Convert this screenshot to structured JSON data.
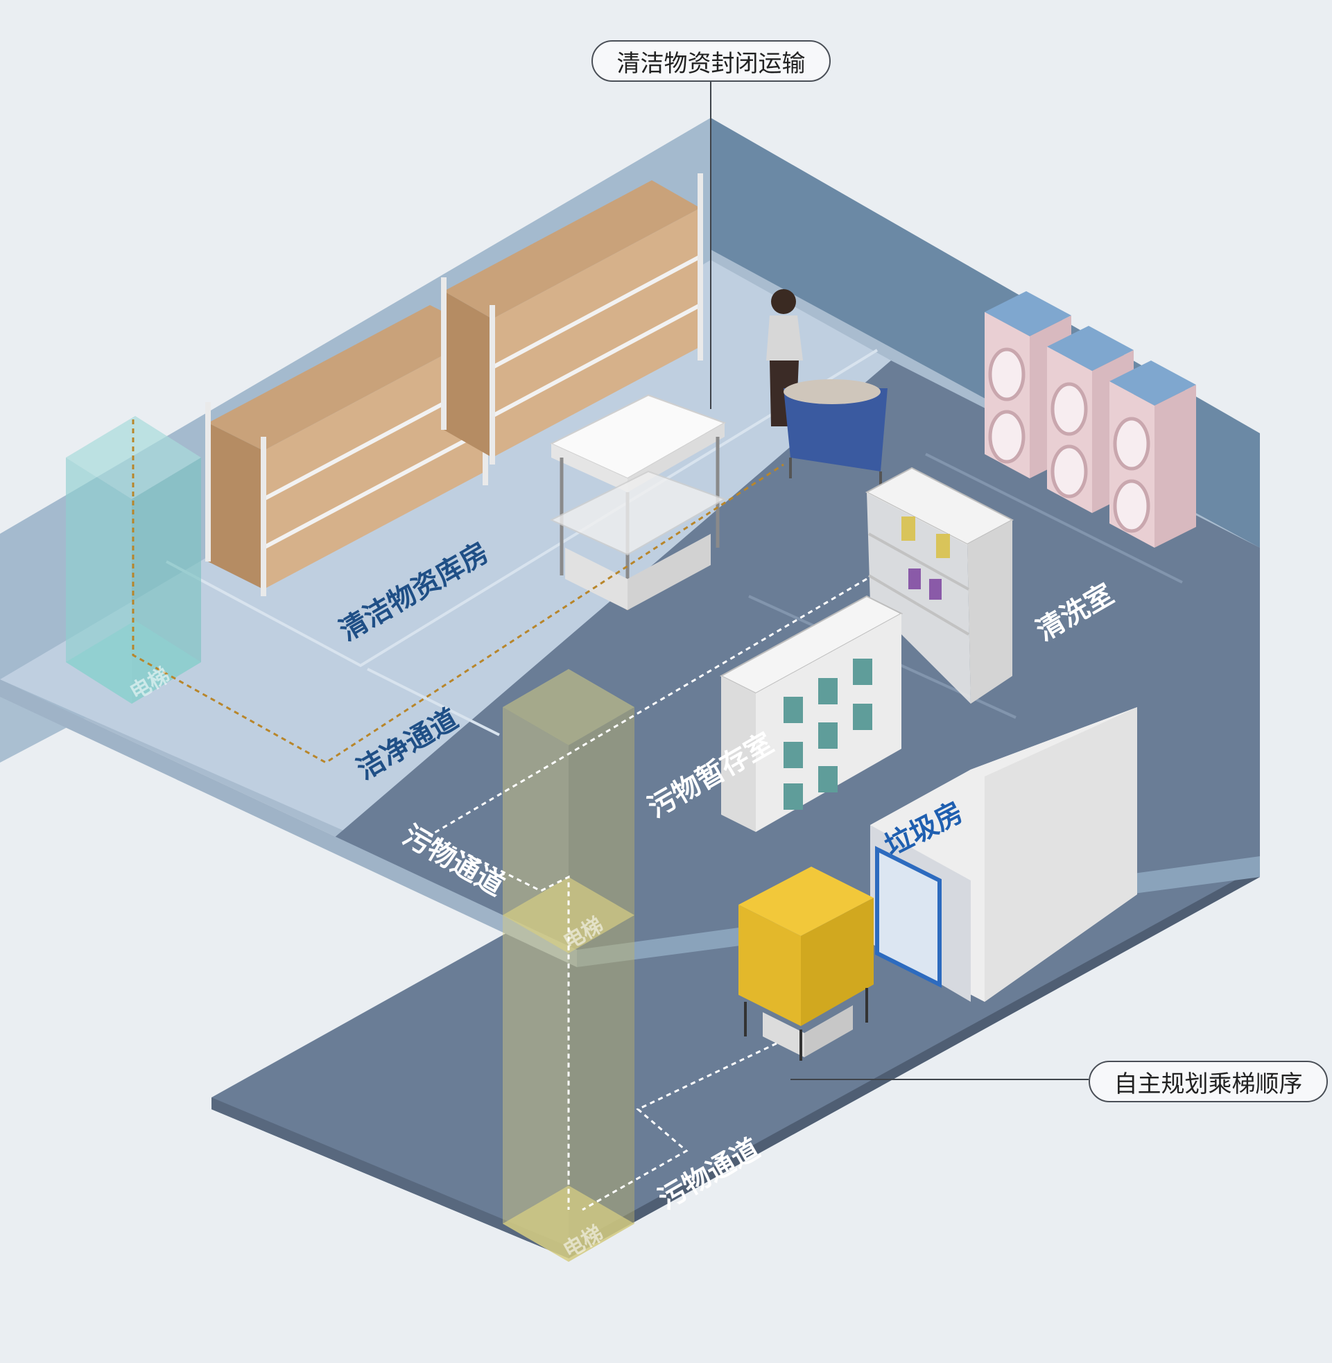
{
  "callouts": {
    "top": "清洁物资封闭运输",
    "right": "自主规划乘梯顺序"
  },
  "zones": {
    "clean_storage": "清洁物资库房",
    "clean_passage": "洁净通道",
    "laundry": "清洗室",
    "dirty_storage": "污物暂存室",
    "dirty_passage_upper": "污物通道",
    "dirty_passage_lower": "污物通道",
    "garbage_room": "垃圾房"
  },
  "elevators": {
    "clean": "电梯",
    "dirty_upper": "电梯",
    "dirty_lower": "电梯"
  },
  "colors": {
    "background": "#eaeef2",
    "clean_floor": "#bfcfe0",
    "dirty_floor": "#6a7d96",
    "wall": "#6c8aa5",
    "zone_label_dark": "#1f4f86",
    "zone_label_light": "#ffffff",
    "clean_route": "#b8862b",
    "dirty_route": "#ffffff",
    "clean_elevator": "#8fd0cf",
    "dirty_elevator": "#d6cd83",
    "bin": "#e3b82b"
  }
}
